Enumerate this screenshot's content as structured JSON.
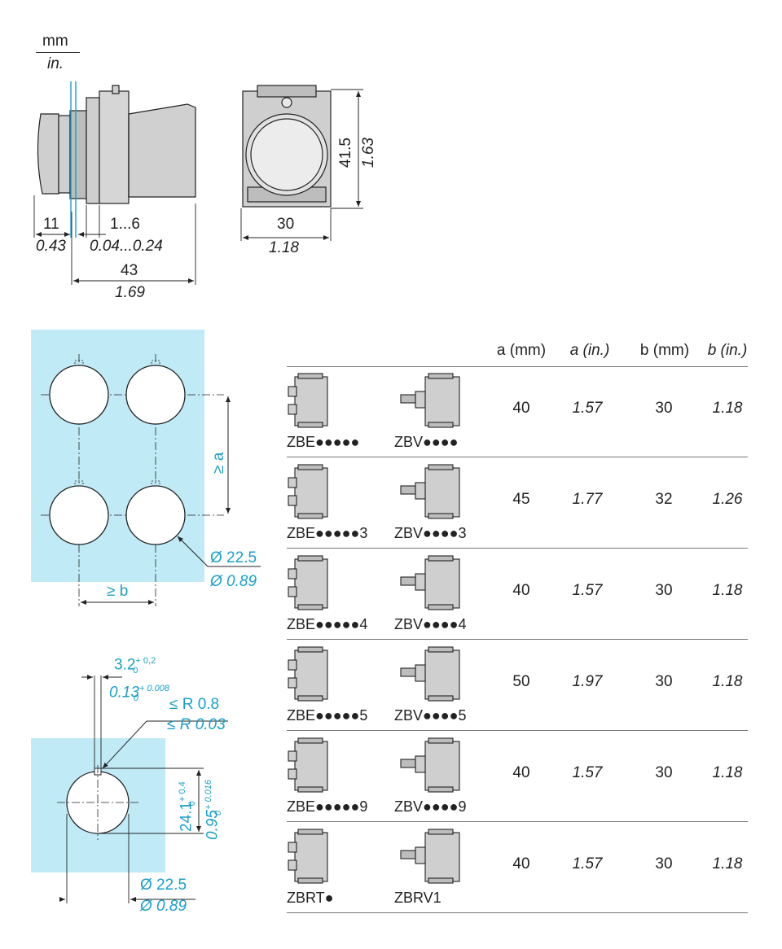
{
  "units": {
    "metric": "mm",
    "imperial": "in."
  },
  "top_view": {
    "dim_11": "11",
    "dim_043": "0.43",
    "dim_1_6": "1...6",
    "dim_004_024": "0.04...0.24",
    "dim_43": "43",
    "dim_169": "1.69",
    "dim_415": "41.5",
    "dim_163": "1.63",
    "dim_30": "30",
    "dim_118": "1.18"
  },
  "spacing_diagram": {
    "a_label": "≥ a",
    "b_label": "≥ b",
    "dia_mm": "Ø 22.5",
    "dia_in": "Ø 0.89",
    "color_panel": "#bfeaf6",
    "color_dim": "#1aa0c8"
  },
  "cutout_diagram": {
    "slot_mm": "3.2",
    "slot_mm_tol": "+ 0,2",
    "slot_mm_sub": "0",
    "slot_in": "0.13",
    "slot_in_tol": "+ 0.008",
    "slot_in_sub": "0",
    "radius_mm": "≤ R 0.8",
    "radius_in": "≤ R 0.03",
    "height_mm": "24.1",
    "height_mm_tol": "+ 0.4",
    "height_mm_sub": "0",
    "height_in": "0.95",
    "height_in_tol": "+ 0.016",
    "height_in_sub": "0",
    "dia_mm": "Ø 22.5",
    "dia_in": "Ø 0.89"
  },
  "table": {
    "headers": [
      "a (mm)",
      "a (in.)",
      "b (mm)",
      "b (in.)"
    ],
    "rows": [
      {
        "code_e": "ZBE●●●●●",
        "code_v": "ZBV●●●●",
        "a_mm": "40",
        "a_in": "1.57",
        "b_mm": "30",
        "b_in": "1.18"
      },
      {
        "code_e": "ZBE●●●●●3",
        "code_v": "ZBV●●●●3",
        "a_mm": "45",
        "a_in": "1.77",
        "b_mm": "32",
        "b_in": "1.26"
      },
      {
        "code_e": "ZBE●●●●●4",
        "code_v": "ZBV●●●●4",
        "a_mm": "40",
        "a_in": "1.57",
        "b_mm": "30",
        "b_in": "1.18"
      },
      {
        "code_e": "ZBE●●●●●5",
        "code_v": "ZBV●●●●5",
        "a_mm": "50",
        "a_in": "1.97",
        "b_mm": "30",
        "b_in": "1.18"
      },
      {
        "code_e": "ZBE●●●●●9",
        "code_v": "ZBV●●●●9",
        "a_mm": "40",
        "a_in": "1.57",
        "b_mm": "30",
        "b_in": "1.18"
      },
      {
        "code_e": "ZBRT●",
        "code_v": "ZBRV1",
        "a_mm": "40",
        "a_in": "1.57",
        "b_mm": "30",
        "b_in": "1.18"
      }
    ]
  }
}
